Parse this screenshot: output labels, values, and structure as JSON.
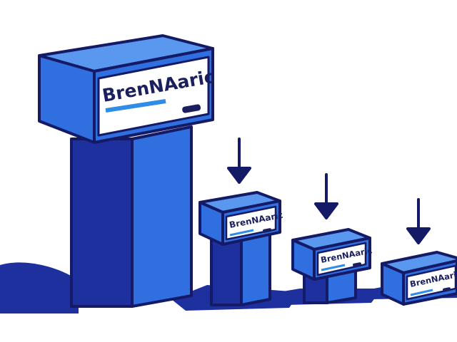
{
  "illustration": {
    "brand_label": "BrenNAaric",
    "boxes": [
      {
        "label": "BrenNAaric",
        "rank": 1
      },
      {
        "label": "BrenNAaric",
        "rank": 2
      },
      {
        "label": "BrenNAaric",
        "rank": 3
      },
      {
        "label": "BrenNAaric",
        "rank": 4
      }
    ],
    "colors": {
      "outline": "#141a66",
      "front": "#2f6fe0",
      "top": "#5a97ee",
      "shadow": "#1e2f9e",
      "label_bg": "#ffffff",
      "label_stripe": "#2f8de8",
      "label_text": "#1b1f5e"
    }
  }
}
